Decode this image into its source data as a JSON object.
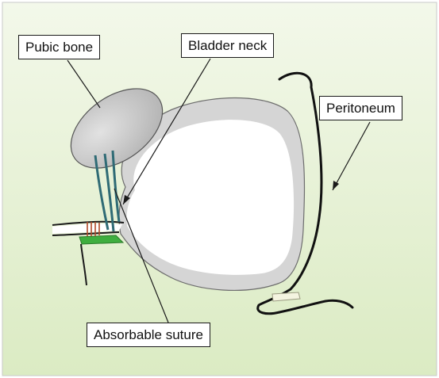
{
  "labels": {
    "pubic_bone": "Pubic bone",
    "bladder_neck": "Bladder neck",
    "peritoneum": "Peritoneum",
    "absorbable_suture": "Absorbable suture"
  },
  "colors": {
    "background_top": "#f2f8e8",
    "background_bottom": "#dcecc4",
    "bladder_outer": "#d6d6d6",
    "bladder_inner": "#ffffff",
    "pubic_bone": "#c8c8c8",
    "suture_strands": "#2f6b75",
    "suture_knot": "#b04a2a",
    "green_pad": "#3fae3f",
    "peritoneum_line": "#111111"
  }
}
